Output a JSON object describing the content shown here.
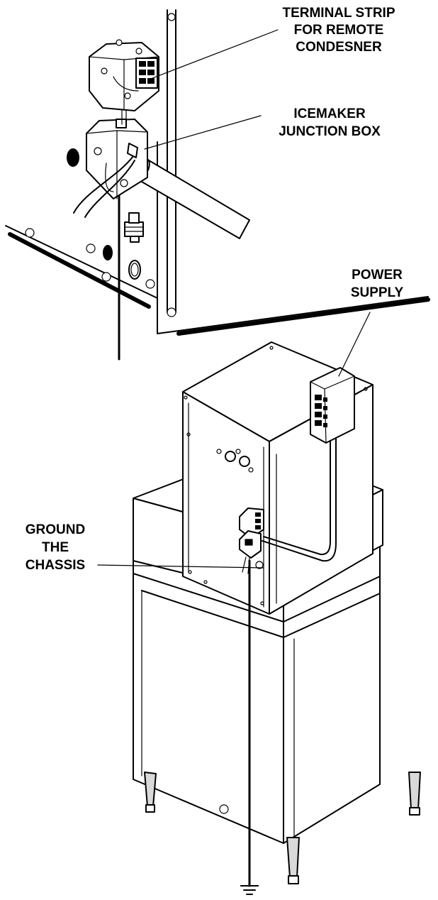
{
  "labels": {
    "terminal_strip": [
      "TERMINAL STRIP",
      "FOR REMOTE",
      "CONDESNER"
    ],
    "junction_box": [
      "ICEMAKER",
      "JUNCTION BOX"
    ],
    "power_supply": [
      "POWER",
      "SUPPLY"
    ],
    "ground": [
      "GROUND",
      "THE",
      "CHASSIS"
    ]
  }
}
